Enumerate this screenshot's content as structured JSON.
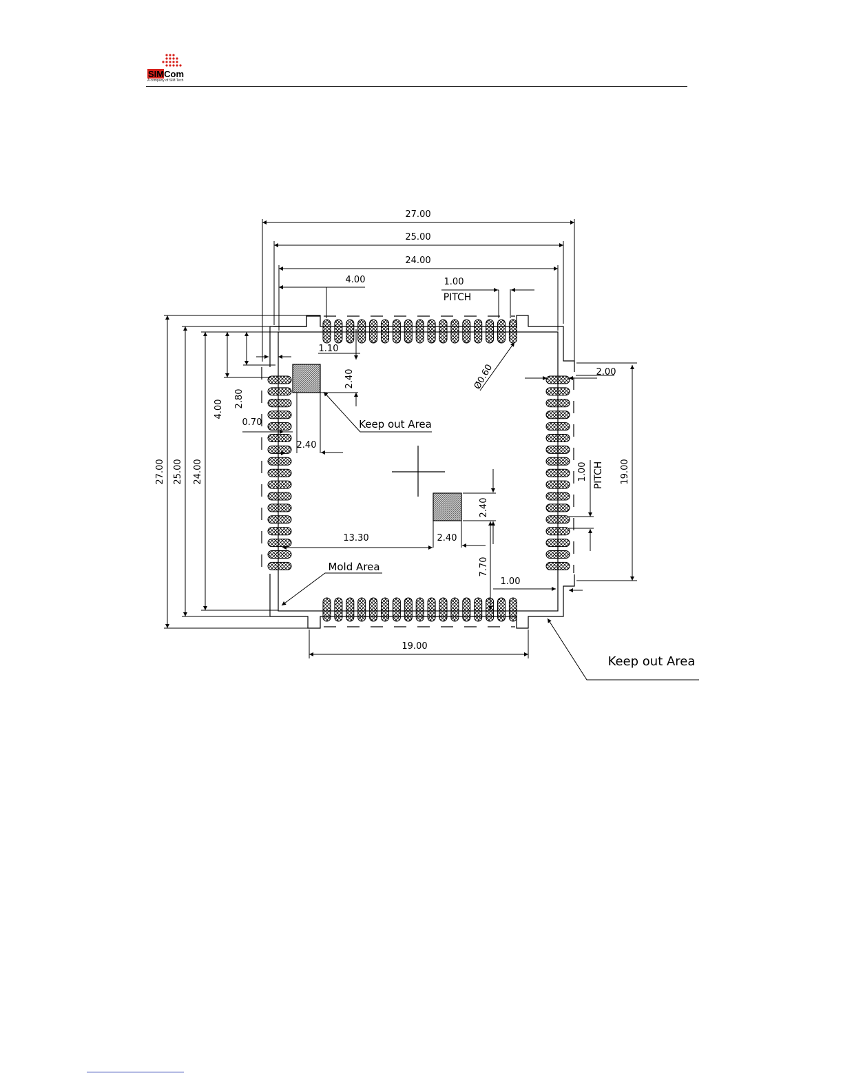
{
  "header": {
    "logo_text": "SIMCom",
    "logo_tagline": "A company of SIM Tech",
    "colors": {
      "logo_red": "#d6211b",
      "rule": "#222222"
    }
  },
  "drawing": {
    "dims": {
      "top_27": "27.00",
      "top_25": "25.00",
      "top_24": "24.00",
      "top_4": "4.00",
      "pitch_top_value": "1.00",
      "pitch_top_word": "PITCH",
      "d_110": "1.10",
      "d_240_a": "2.40",
      "d_240_b": "2.40",
      "d_240_c": "2.40",
      "d_240_d": "2.40",
      "phi": "Ø0.60",
      "d_200": "2.00",
      "left_27": "27.00",
      "left_25": "25.00",
      "left_24": "24.00",
      "left_4": "4.00",
      "left_28": "2.80",
      "d_070": "0.70",
      "d_1330": "13.30",
      "d_770": "7.70",
      "d_100": "1.00",
      "pitch_right_value": "1.00",
      "pitch_right_word": "PITCH",
      "right_19": "19.00",
      "bottom_19": "19.00"
    },
    "labels": {
      "keepout_1": "Keep out Area",
      "keepout_2": "Keep out Area",
      "mold": "Mold Area"
    }
  }
}
